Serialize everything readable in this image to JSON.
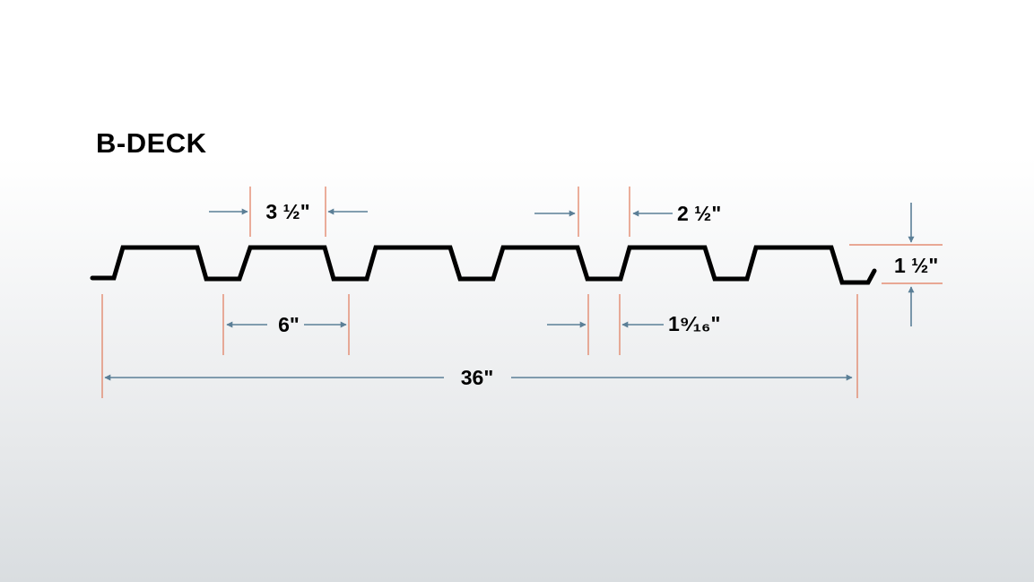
{
  "title": "B-DECK",
  "dimensions": {
    "rib_top_width": "3 ½\"",
    "rib_top_opening": "2 ½\"",
    "rib_spacing": "6\"",
    "bottom_flat_width": "1⁹⁄₁₆\"",
    "overall_width": "36\"",
    "depth": "1 ½\""
  },
  "colors": {
    "profile": "#000000",
    "arrow": "#5b7f97",
    "extension_line": "#e0795a"
  }
}
